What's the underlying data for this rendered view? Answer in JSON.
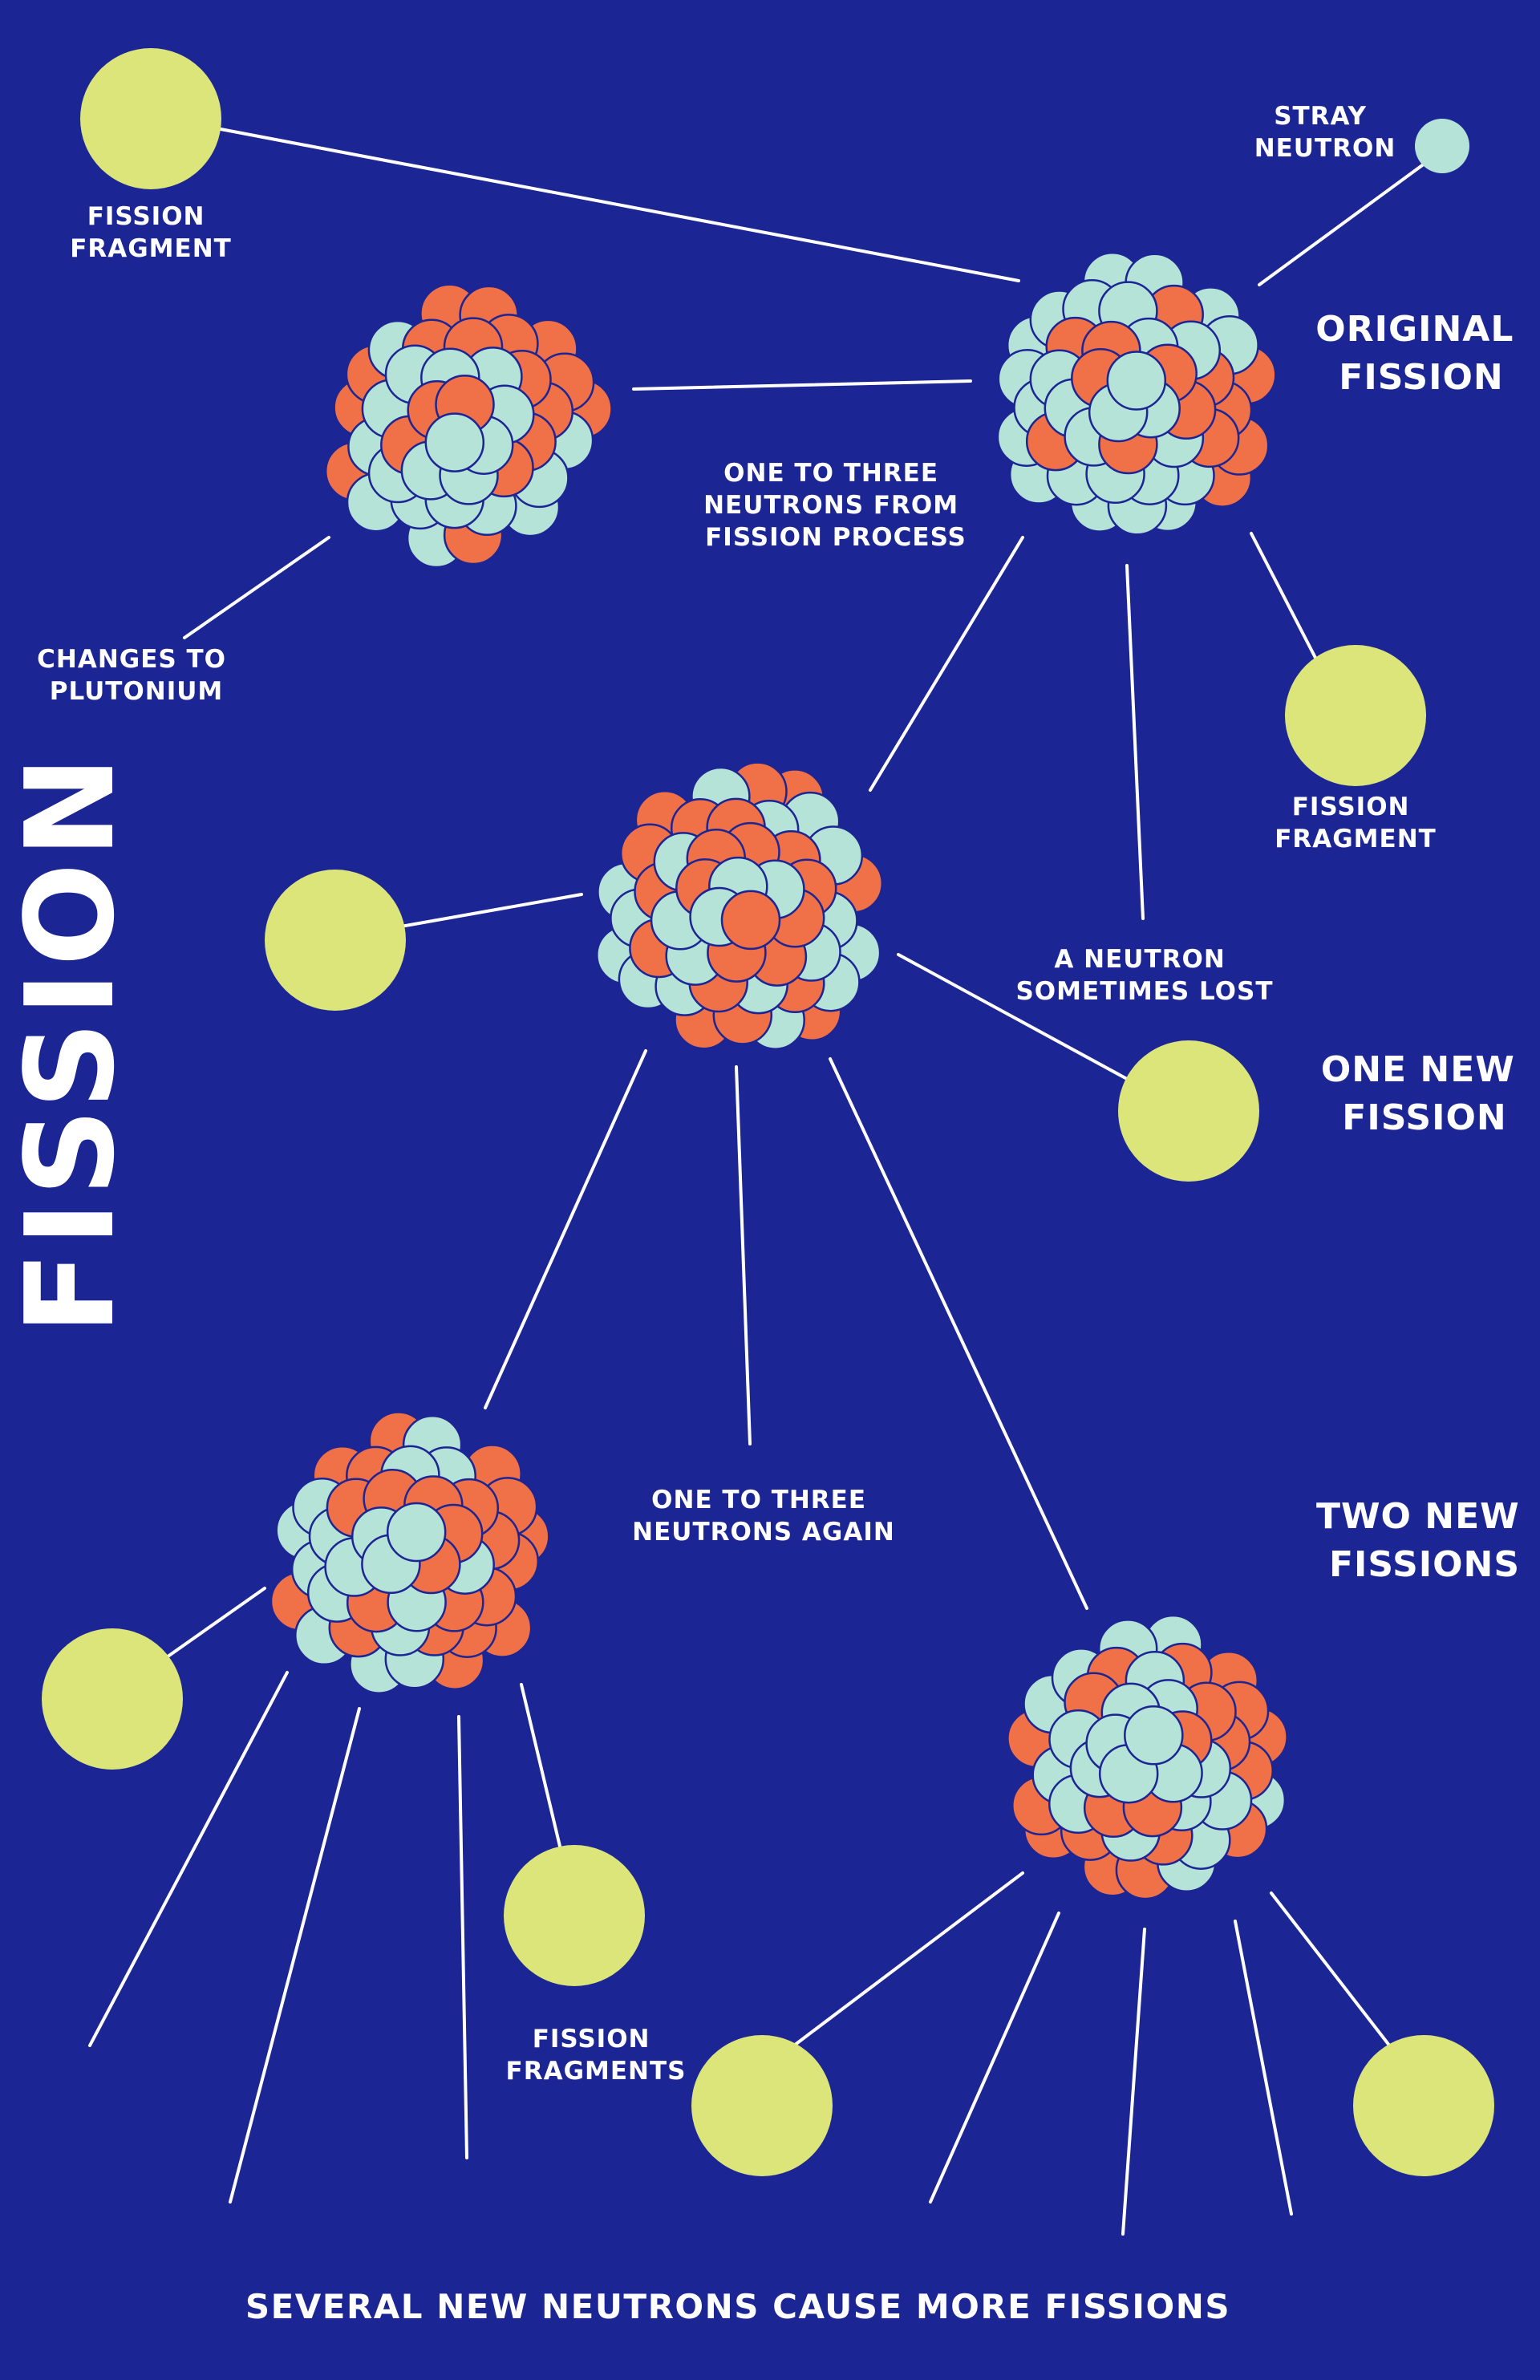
{
  "title": "FISSION",
  "colors": {
    "background": "#1c2594",
    "proton": "#f07047",
    "neutron": "#b5e3d8",
    "fragment": "#dbe57a",
    "line": "#ffffff",
    "text": "#ffffff"
  },
  "labels": {
    "fission_fragment_top": [
      "FISSION",
      "FRAGMENT"
    ],
    "stray_neutron": [
      "STRAY",
      "NEUTRON"
    ],
    "original_fission": [
      "ORIGINAL",
      "FISSION"
    ],
    "one_to_three": [
      "ONE TO THREE",
      "NEUTRONS FROM",
      "FISSION PROCESS"
    ],
    "changes_to_plutonium": [
      "CHANGES TO",
      "PLUTONIUM"
    ],
    "fission_fragment_right": [
      "FISSION",
      "FRAGMENT"
    ],
    "neutron_lost": [
      "A NEUTRON",
      "SOMETIMES LOST"
    ],
    "one_new_fission": [
      "ONE NEW",
      "FISSION"
    ],
    "two_new_fissions": [
      "TWO NEW",
      "FISSIONS"
    ],
    "one_to_three_again": [
      "ONE TO THREE",
      "NEUTRONS AGAIN"
    ],
    "fission_fragments": [
      "FISSION",
      "FRAGMENTS"
    ],
    "bottom_caption": "SEVERAL NEW NEUTRONS CAUSE MORE FISSIONS"
  }
}
